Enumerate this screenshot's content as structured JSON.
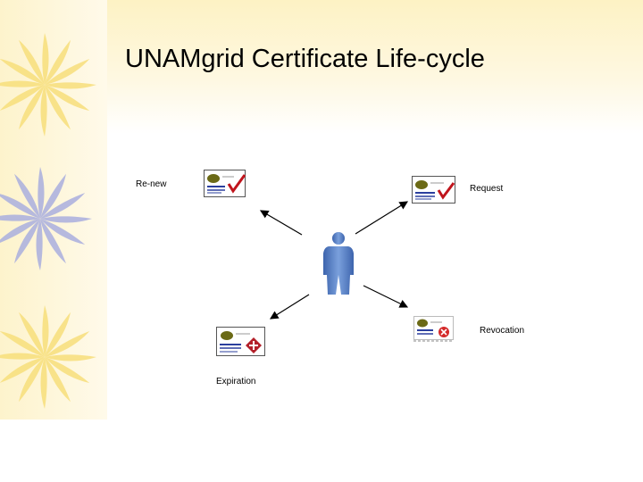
{
  "slide": {
    "title": "UNAMgrid Certificate Life-cycle"
  },
  "diagram": {
    "nodes": [
      {
        "id": "renew",
        "label": "Re-new",
        "icon": "certificate-check-icon"
      },
      {
        "id": "request",
        "label": "Request",
        "icon": "certificate-check-icon"
      },
      {
        "id": "revocation",
        "label": "Revocation",
        "icon": "certificate-revoked-icon"
      },
      {
        "id": "expiration",
        "label": "Expiration",
        "icon": "certificate-expired-icon"
      }
    ],
    "center": {
      "icon": "user-icon"
    },
    "colors": {
      "cert_seal": "#6b6a16",
      "check_mark": "#c0141c",
      "revoke_badge": "#d42a2a",
      "expire_badge": "#b3202a",
      "person": "#5b84c8",
      "arrow": "#000000",
      "decoration_blue": "#a9aede",
      "decoration_yellow": "#f7de7a"
    }
  }
}
